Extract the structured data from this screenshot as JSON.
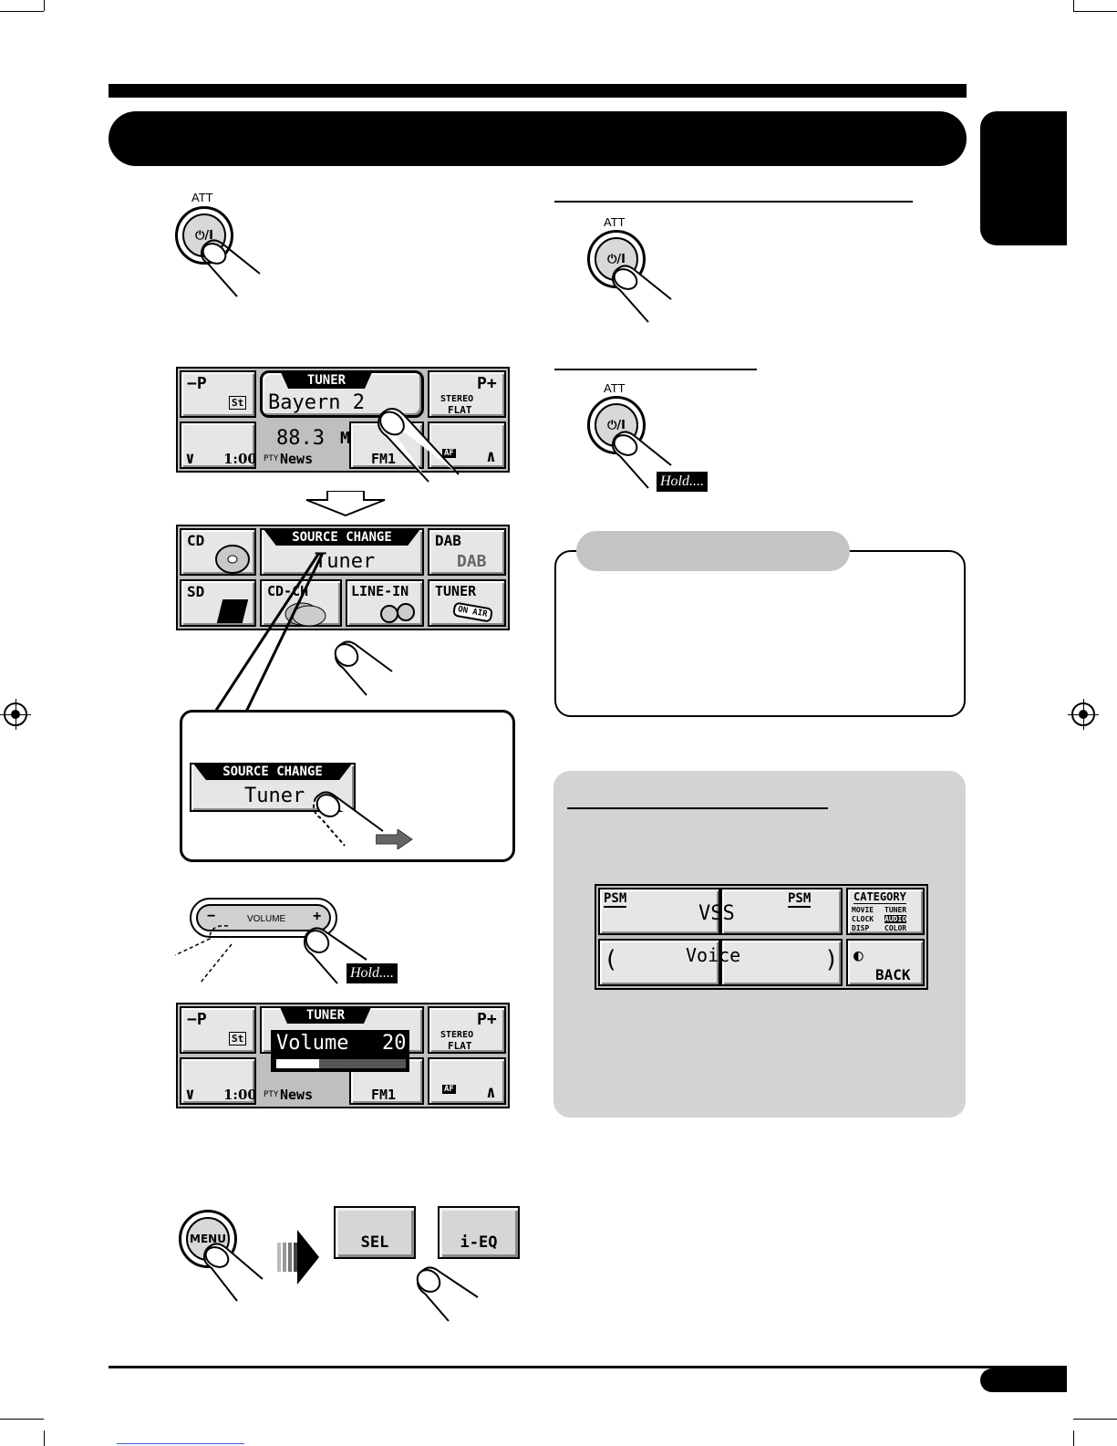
{
  "att_buttons": [
    {
      "label": "ATT",
      "icon": "power-icon",
      "glyph": "⏻/I"
    },
    {
      "label": "ATT",
      "icon": "power-icon",
      "glyph": "⏻/I"
    },
    {
      "label": "ATT",
      "icon": "power-icon",
      "glyph": "⏻/I"
    }
  ],
  "hold_label": "Hold....",
  "tuner_display": {
    "header": "TUNER",
    "station": "Bayern 2",
    "frequency": "88.3",
    "unit": "MHz",
    "band": "FM1",
    "clock": "1:00",
    "pty_tag": "PTY",
    "pty": "News",
    "preset_minus": "−P",
    "preset_plus": "P+",
    "st_badge": "St",
    "stereo": "STEREO",
    "flat": "FLAT",
    "af": "AF"
  },
  "source_change": {
    "header": "SOURCE CHANGE",
    "current": "Tuner",
    "sources": [
      "CD",
      "DAB",
      "SD",
      "CD-CH",
      "LINE-IN",
      "TUNER"
    ],
    "dab_logo": "DAB",
    "on_air": "ON AIR"
  },
  "callout": {
    "header": "SOURCE CHANGE",
    "current": "Tuner"
  },
  "volume_control": {
    "label": "VOLUME",
    "minus": "−",
    "plus": "+"
  },
  "volume_display": {
    "label": "Volume",
    "value": "20",
    "level_fraction": 0.33
  },
  "menu_button": {
    "label": "MENU"
  },
  "menu_options": [
    "SEL",
    "i-EQ"
  ],
  "vss_display": {
    "psm_left": "PSM",
    "psm_right": "PSM",
    "title": "VSS",
    "mode": "Voice",
    "category": "CATEGORY",
    "category_items": [
      "MOVIE",
      "TUNER",
      "CLOCK",
      "AUDIO",
      "DISP",
      "COLOR"
    ],
    "back": "BACK"
  }
}
